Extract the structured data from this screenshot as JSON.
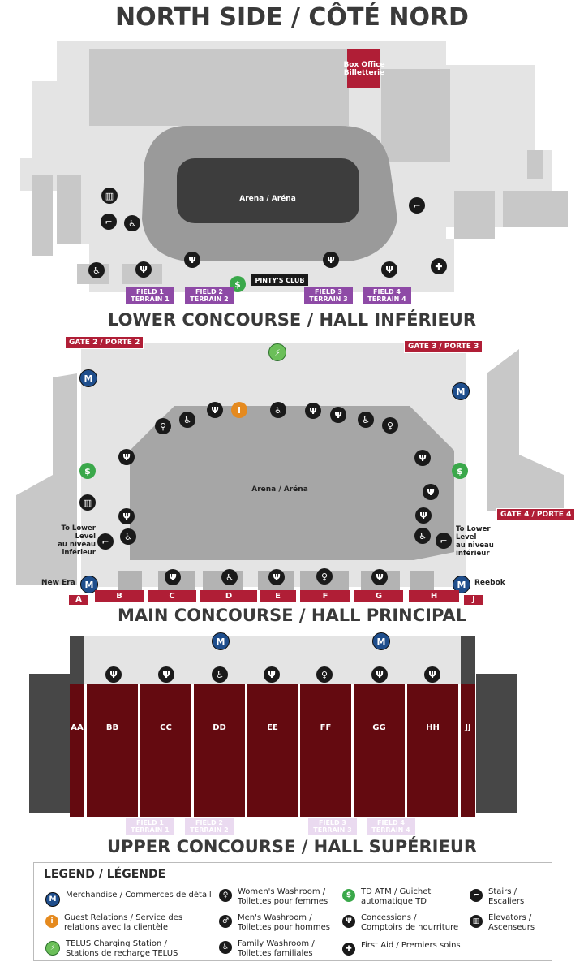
{
  "headings": {
    "north": "NORTH SIDE / CÔTÉ NORD",
    "lower": "LOWER CONCOURSE / HALL INFÉRIEUR",
    "main": "MAIN CONCOURSE / HALL PRINCIPAL",
    "upper": "UPPER CONCOURSE / HALL SUPÉRIEUR"
  },
  "lower": {
    "box_office": [
      "Box Office",
      "Billetterie"
    ],
    "arena": "Arena / Aréna",
    "club": "PINTY'S CLUB",
    "fields": [
      [
        "FIELD 1",
        "TERRAIN 1"
      ],
      [
        "FIELD 2",
        "TERRAIN 2"
      ],
      [
        "FIELD 3",
        "TERRAIN 3"
      ],
      [
        "FIELD 4",
        "TERRAIN 4"
      ]
    ]
  },
  "main": {
    "gate2": "GATE 2 / PORTE 2",
    "gate3": "GATE 3 / PORTE 3",
    "gate4": "GATE 4 / PORTE 4",
    "arena": "Arena / Aréna",
    "to_lower": [
      "To Lower",
      "Level",
      "au niveau",
      "inférieur"
    ],
    "new_era": "New Era",
    "reebok": "Reebok",
    "sections": [
      "A",
      "B",
      "C",
      "D",
      "E",
      "F",
      "G",
      "H",
      "J"
    ]
  },
  "upper": {
    "sections": [
      "AA",
      "BB",
      "CC",
      "DD",
      "EE",
      "FF",
      "GG",
      "HH",
      "JJ"
    ],
    "fields": [
      [
        "FIELD 1",
        "TERRAIN 1"
      ],
      [
        "FIELD 2",
        "TERRAIN 2"
      ],
      [
        "FIELD 3",
        "TERRAIN 3"
      ],
      [
        "FIELD 4",
        "TERRAIN 4"
      ]
    ]
  },
  "legend": {
    "title": "LEGEND / LÉGENDE",
    "items": [
      {
        "icon": "merchandise-icon",
        "lines": [
          "Merchandise / Commerces de détail"
        ]
      },
      {
        "icon": "guest-relations-icon",
        "lines": [
          "Guest Relations / Service des",
          "relations avec la clientèle"
        ]
      },
      {
        "icon": "ev-charging-icon",
        "lines": [
          "TELUS Charging Station /",
          "Stations de recharge TELUS"
        ]
      },
      {
        "icon": "womens-washroom-icon",
        "lines": [
          "Women's Washroom /",
          "Toilettes pour femmes"
        ]
      },
      {
        "icon": "mens-washroom-icon",
        "lines": [
          "Men's Washroom /",
          "Toilettes pour hommes"
        ]
      },
      {
        "icon": "family-washroom-icon",
        "lines": [
          "Family Washroom /",
          "Toilettes familiales"
        ]
      },
      {
        "icon": "atm-icon",
        "lines": [
          "TD ATM / Guichet",
          "automatique TD"
        ]
      },
      {
        "icon": "concessions-icon",
        "lines": [
          "Concessions /",
          "Comptoirs de nourriture"
        ]
      },
      {
        "icon": "first-aid-icon",
        "lines": [
          "First Aid / Premiers soins"
        ]
      },
      {
        "icon": "stairs-icon",
        "lines": [
          "Stairs /",
          "Escaliers"
        ]
      },
      {
        "icon": "elevator-icon",
        "lines": [
          "Elevators /",
          "Ascenseurs"
        ]
      }
    ]
  },
  "colors": {
    "gate_red": "#b01e36",
    "upper_maroon": "#640a10",
    "field_purple": "#8e4aa6",
    "arena_dark": "#3d3d3d",
    "merch_blue": "#1f4e8c",
    "atm_green": "#3aa84a",
    "guest_orange": "#e58a1f"
  }
}
